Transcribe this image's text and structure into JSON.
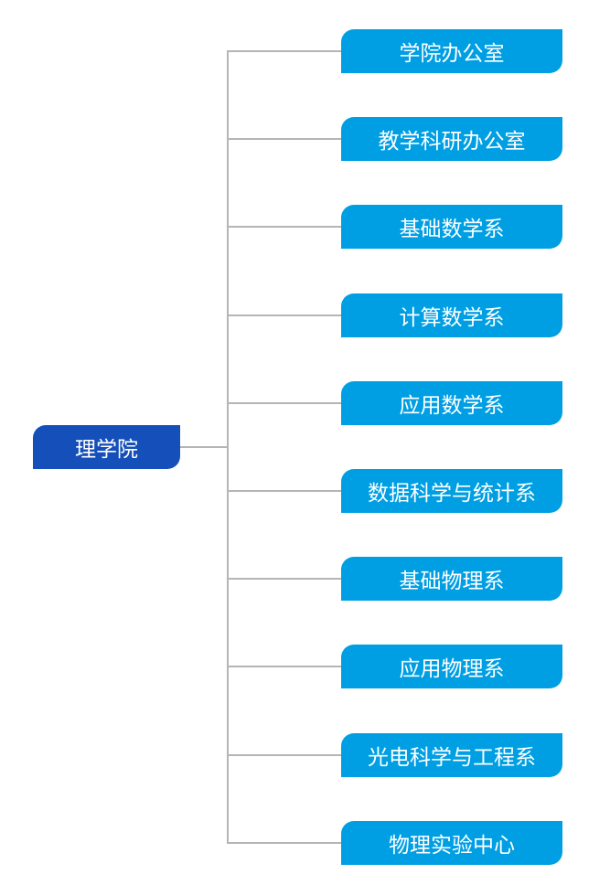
{
  "root": {
    "label": "理学院"
  },
  "children": [
    {
      "label": "学院办公室"
    },
    {
      "label": "教学科研办公室"
    },
    {
      "label": "基础数学系"
    },
    {
      "label": "计算数学系"
    },
    {
      "label": "应用数学系"
    },
    {
      "label": "数据科学与统计系"
    },
    {
      "label": "基础物理系"
    },
    {
      "label": "应用物理系"
    },
    {
      "label": "光电科学与工程系"
    },
    {
      "label": "物理实验中心"
    }
  ],
  "colors": {
    "root": "#154fb9",
    "child": "#009fe3",
    "connector": "#b5b5b5"
  }
}
